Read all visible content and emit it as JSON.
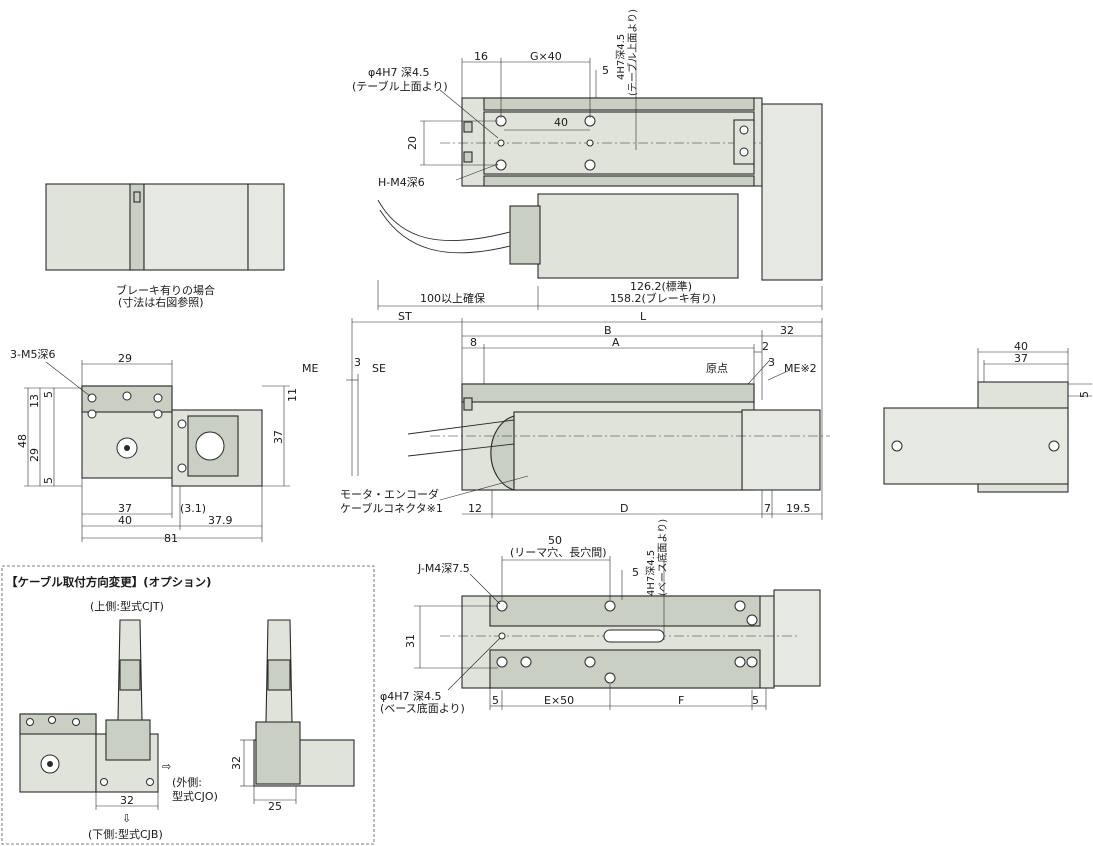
{
  "top_view": {
    "dim_16": "16",
    "dim_gx40": "G×40",
    "dim_5": "5",
    "label_4h7_vertical": "4H7深4.5",
    "label_4h7_vertical_sub": "(テーブル上面より)",
    "label_phi4h7": "φ4H7 深4.5",
    "label_phi4h7_sub": "(テーブル上面より)",
    "dim_40": "40",
    "dim_20": "20",
    "label_hm4": "H-M4深6",
    "dim_100": "100以上確保",
    "dim_126": "126.2(標準)",
    "dim_158": "158.2(ブレーキ有り)"
  },
  "brake_view": {
    "caption_line1": "ブレーキ有りの場合",
    "caption_line2": "(寸法は右図参照)"
  },
  "side_view": {
    "dim_st": "ST",
    "dim_l": "L",
    "dim_b": "B",
    "dim_32": "32",
    "dim_8": "8",
    "dim_a": "A",
    "dim_2": "2",
    "dim_3_right": "3",
    "label_origin": "原点",
    "label_me2": "ME※2",
    "label_me": "ME",
    "dim_3_left": "3",
    "label_se": "SE",
    "label_motor_encoder": "モータ・エンコーダ",
    "label_cable_connector": "ケーブルコネクタ※1",
    "dim_12": "12",
    "dim_d": "D",
    "dim_7": "7",
    "dim_19_5": "19.5"
  },
  "front_view": {
    "label_3m5": "3-M5深6",
    "dim_29_top": "29",
    "dim_5_a": "5",
    "dim_13": "13",
    "dim_48": "48",
    "dim_29_left": "29",
    "dim_5_b": "5",
    "dim_11": "11",
    "dim_37_right": "37",
    "dim_37_bottom": "37",
    "dim_3_1": "(3.1)",
    "dim_40": "40",
    "dim_37_9": "37.9",
    "dim_81": "81"
  },
  "end_view": {
    "dim_40": "40",
    "dim_37": "37",
    "dim_5": "5"
  },
  "bottom_view": {
    "dim_50": "50",
    "label_slot": "(リーマ穴、長穴間)",
    "label_jm4": "J-M4深7.5",
    "dim_5_top": "5",
    "label_4h7_vertical": "4H7深4.5",
    "label_4h7_vertical_sub": "(ベース底面より)",
    "dim_31": "31",
    "label_phi4h7": "φ4H7 深4.5",
    "label_phi4h7_sub": "(ベース底面より)",
    "dim_5_left": "5",
    "dim_ex50": "E×50",
    "dim_f": "F",
    "dim_5_right": "5"
  },
  "option_box": {
    "title": "【ケーブル取付方向変更】(オプション)",
    "label_top": "(上側:型式CJT)",
    "label_outer_1": "(外側:",
    "label_outer_2": "型式CJO)",
    "label_bottom": "(下側:型式CJB)",
    "dim_32_a": "32",
    "dim_32_b": "32",
    "dim_25": "25",
    "arrow_right": "⇨",
    "arrow_down": "⇩"
  }
}
